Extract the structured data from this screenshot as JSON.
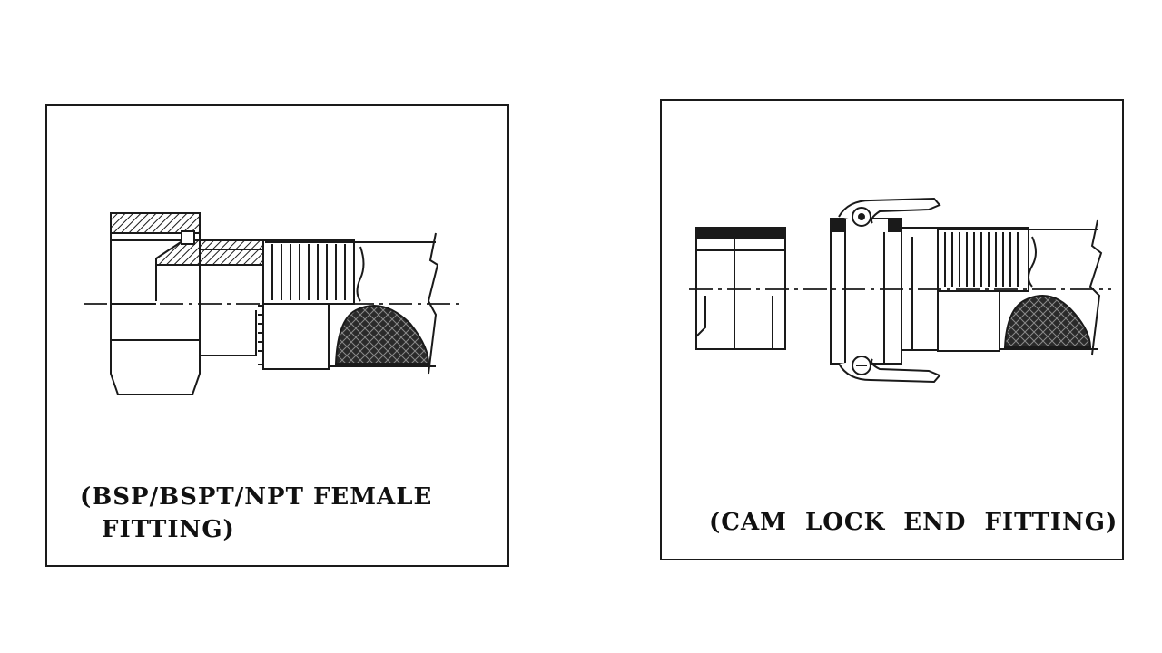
{
  "left_panel": {
    "caption_line1": "(BSP/BSPT/NPT FEMALE",
    "caption_line2": "FITTING)"
  },
  "right_panel": {
    "caption": "(CAM LOCK END FITTING)"
  },
  "colors": {
    "ink": "#1a1a1a",
    "paper": "#ffffff",
    "braid": "#3a3a3a"
  }
}
